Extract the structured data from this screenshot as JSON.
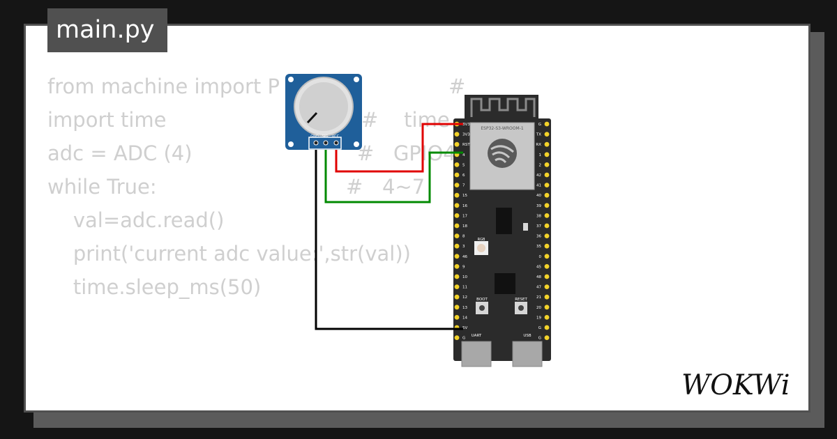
{
  "tab": {
    "title": "main.py"
  },
  "code": {
    "lines": [
      "from machine import P",
      "import time",
      "adc = ADC (4)",
      "while True:",
      "    val=adc.read()",
      "    print('current adc value:',str(val))",
      "    time.sleep_ms(50)"
    ],
    "comments": [
      "#",
      "#    time",
      "#   GPIO4",
      "#   4~7"
    ]
  },
  "potentiometer": {
    "pins": [
      "GND",
      "SIG",
      "VCC"
    ]
  },
  "board": {
    "module_label": "ESP32-S3-WROOM-1",
    "left_pins": [
      "3V3",
      "3V3",
      "RST",
      "4",
      "5",
      "6",
      "7",
      "15",
      "16",
      "17",
      "18",
      "8",
      "3",
      "46",
      "9",
      "10",
      "11",
      "12",
      "13",
      "14",
      "5V",
      "G"
    ],
    "right_pins": [
      "G",
      "TX",
      "RX",
      "1",
      "2",
      "42",
      "41",
      "40",
      "39",
      "38",
      "37",
      "36",
      "35",
      "0",
      "45",
      "48",
      "47",
      "21",
      "20",
      "19",
      "G",
      "G"
    ],
    "rgb_label": "RGB",
    "boot_label": "BOOT",
    "reset_label": "RESET",
    "uart_label": "UART",
    "usb_label": "USB"
  },
  "wires": [
    {
      "name": "power",
      "color": "#e00000"
    },
    {
      "name": "signal",
      "color": "#008a00"
    },
    {
      "name": "ground",
      "color": "#000000"
    }
  ],
  "brand": {
    "logo_text": "WOKWi"
  },
  "colors": {
    "board": "#2b2b2b",
    "pin": "#f2d22a",
    "pot_board": "#1f5f9a",
    "frame": "#505050"
  }
}
